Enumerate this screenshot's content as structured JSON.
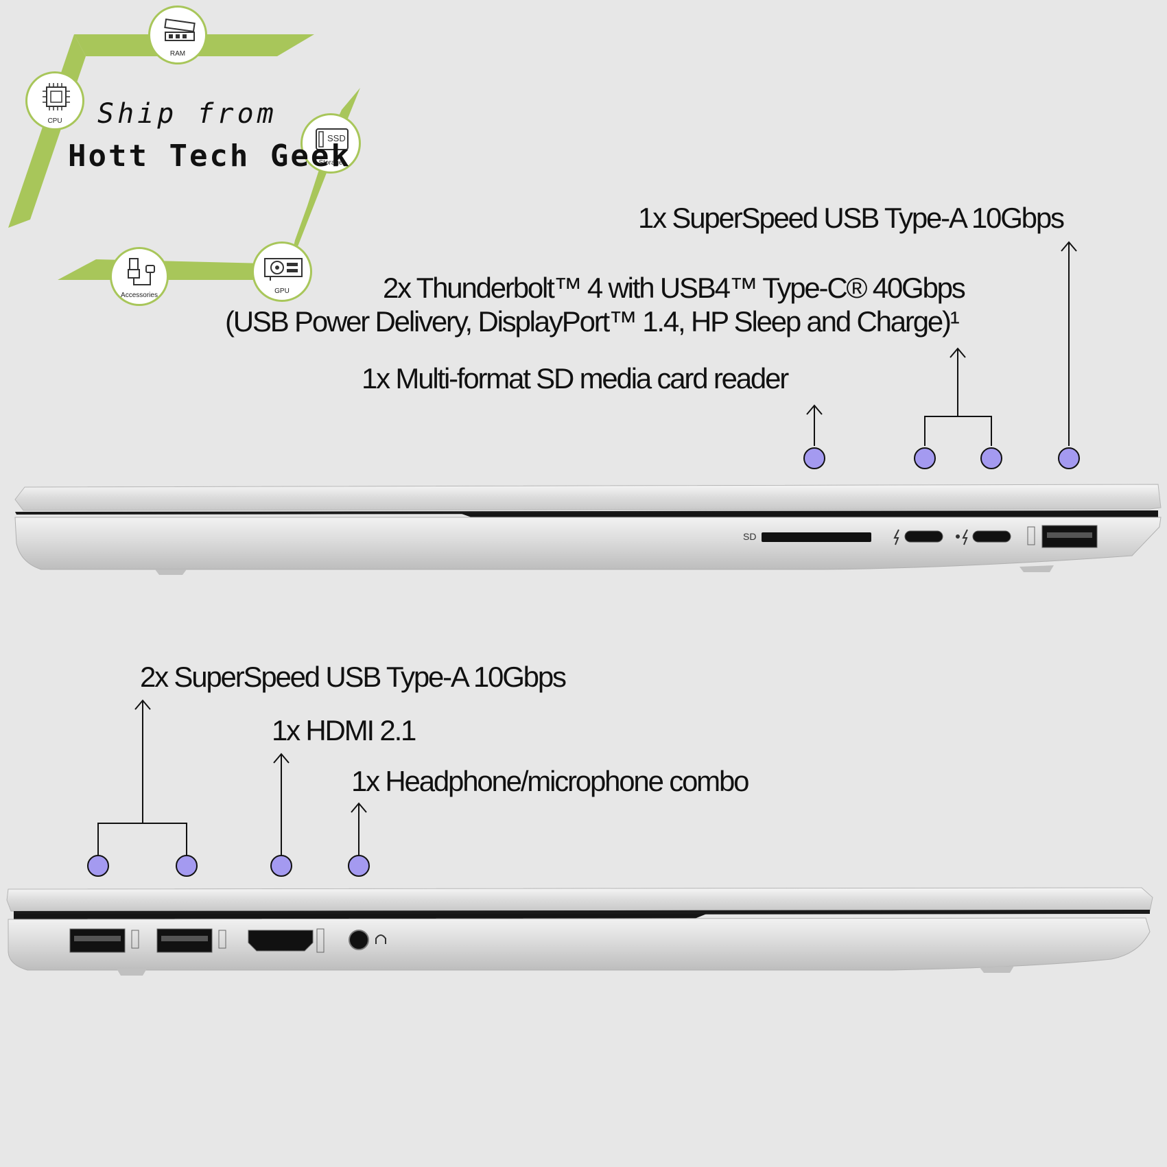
{
  "brand": {
    "ship_from": "Ship from",
    "store_name": "Hott Tech Geek",
    "badges": {
      "ram": "RAM",
      "cpu": "CPU",
      "storage": "Storage",
      "storage_chip": "SSD",
      "accessories": "Accessories",
      "gpu": "GPU"
    },
    "frame_color": "#a8c65a"
  },
  "right_side": {
    "usb_a": "1x SuperSpeed USB Type-A 10Gbps",
    "thunderbolt_line1": "2x Thunderbolt™ 4 with USB4™ Type-C® 40Gbps",
    "thunderbolt_line2": "(USB Power Delivery, DisplayPort™ 1.4, HP Sleep and Charge)¹",
    "sd_reader": "1x Multi-format SD media card reader",
    "sd_port_label": "SD"
  },
  "left_side": {
    "usb_a": "2x SuperSpeed USB Type-A 10Gbps",
    "hdmi": "1x HDMI 2.1",
    "headphone": "1x Headphone/microphone combo"
  },
  "colors": {
    "marker": "#a49af0",
    "background": "#e7e7e7",
    "laptop_silver": "#d9d9d9"
  }
}
